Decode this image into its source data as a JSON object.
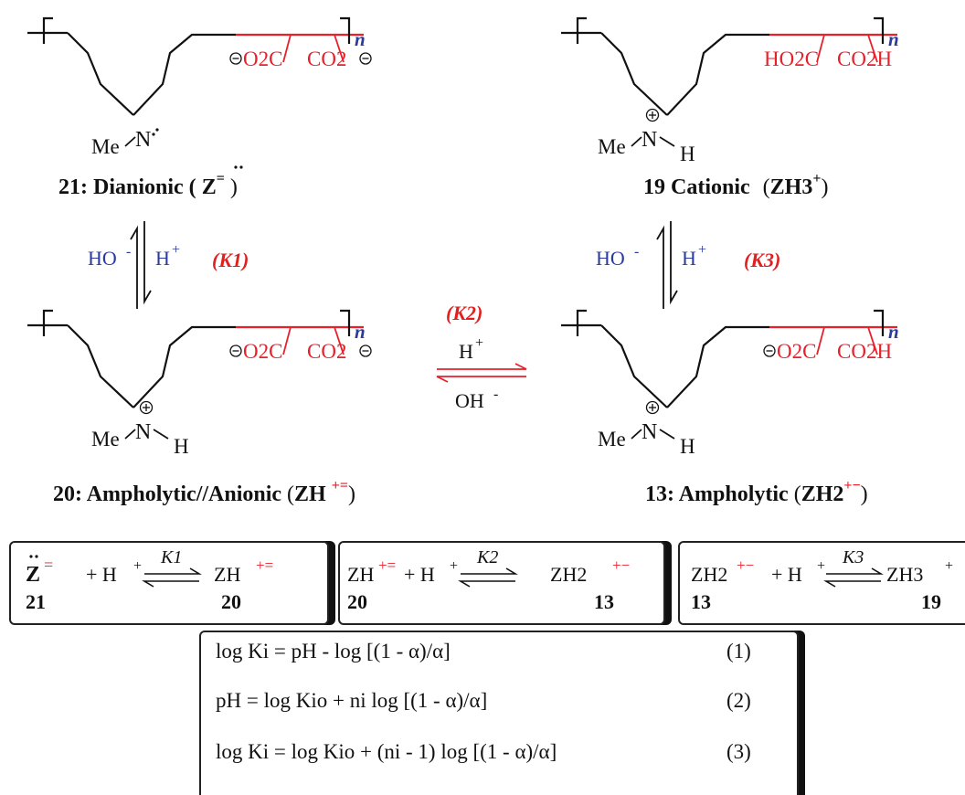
{
  "structures": {
    "s21": {
      "ring_n": "N",
      "me": "Me",
      "left_acid": "O2C",
      "right_acid": "CO2",
      "n": "n",
      "caption_num": "21:",
      "caption_text": "Dianionic (",
      "caption_sym": "Z",
      "caption_charge": "=",
      "caption_close": ")"
    },
    "s19": {
      "ring_n": "N",
      "me": "Me",
      "h": "H",
      "left_acid": "HO2C",
      "right_acid": "CO2H",
      "n": "n",
      "caption_num": "19",
      "caption_text": "Cationic",
      "caption_sym": "ZH3",
      "caption_charge": "+"
    },
    "s20": {
      "ring_n": "N",
      "me": "Me",
      "h": "H",
      "left_acid": "O2C",
      "right_acid": "CO2",
      "n": "n",
      "caption_num": "20:",
      "caption_text": "Ampholytic//Anionic",
      "caption_sym": "ZH",
      "caption_charge": "+="
    },
    "s13": {
      "ring_n": "N",
      "me": "Me",
      "h": "H",
      "left_acid": "O2C",
      "right_acid": "CO2H",
      "n": "n",
      "caption_num": "13:",
      "caption_text": "Ampholytic",
      "caption_sym": "ZH2",
      "caption_charge": "+−"
    }
  },
  "equilibria": {
    "k1": {
      "base": "HO",
      "acid": "H",
      "k": "K1"
    },
    "k3": {
      "base": "HO",
      "acid": "H",
      "k": "K3"
    },
    "k2": {
      "k": "K2",
      "acid": "H",
      "base": "OH"
    }
  },
  "reactions": [
    {
      "left": "Z",
      "left_charge": "=",
      "plus": "+ H",
      "k": "K1",
      "right": "ZH",
      "right_charge": "+=",
      "left_num": "21",
      "right_num": "20"
    },
    {
      "left": "ZH",
      "left_charge": "+=",
      "plus": "+ H",
      "k": "K2",
      "right": "ZH2",
      "right_charge": "+−",
      "left_num": "20",
      "right_num": "13"
    },
    {
      "left": "ZH2",
      "left_charge": "+−",
      "plus": "+ H",
      "k": "K3",
      "right": "ZH3",
      "right_charge": "+",
      "left_num": "13",
      "right_num": "19"
    }
  ],
  "equations": [
    {
      "text": "log Ki = pH  - log [(1 - α)/α]",
      "num": "(1)"
    },
    {
      "text": "pH  = log Kio  +  ni log [(1 - α)/α]",
      "num": "(2)"
    },
    {
      "text": "log Ki  = log Kio  +  (ni - 1)  log [(1 - α)/α]",
      "num": "(3)"
    }
  ],
  "colors": {
    "black": "#111111",
    "red": "#e8202a",
    "blue": "#2b3aa0",
    "accent_red": "#e02020"
  }
}
